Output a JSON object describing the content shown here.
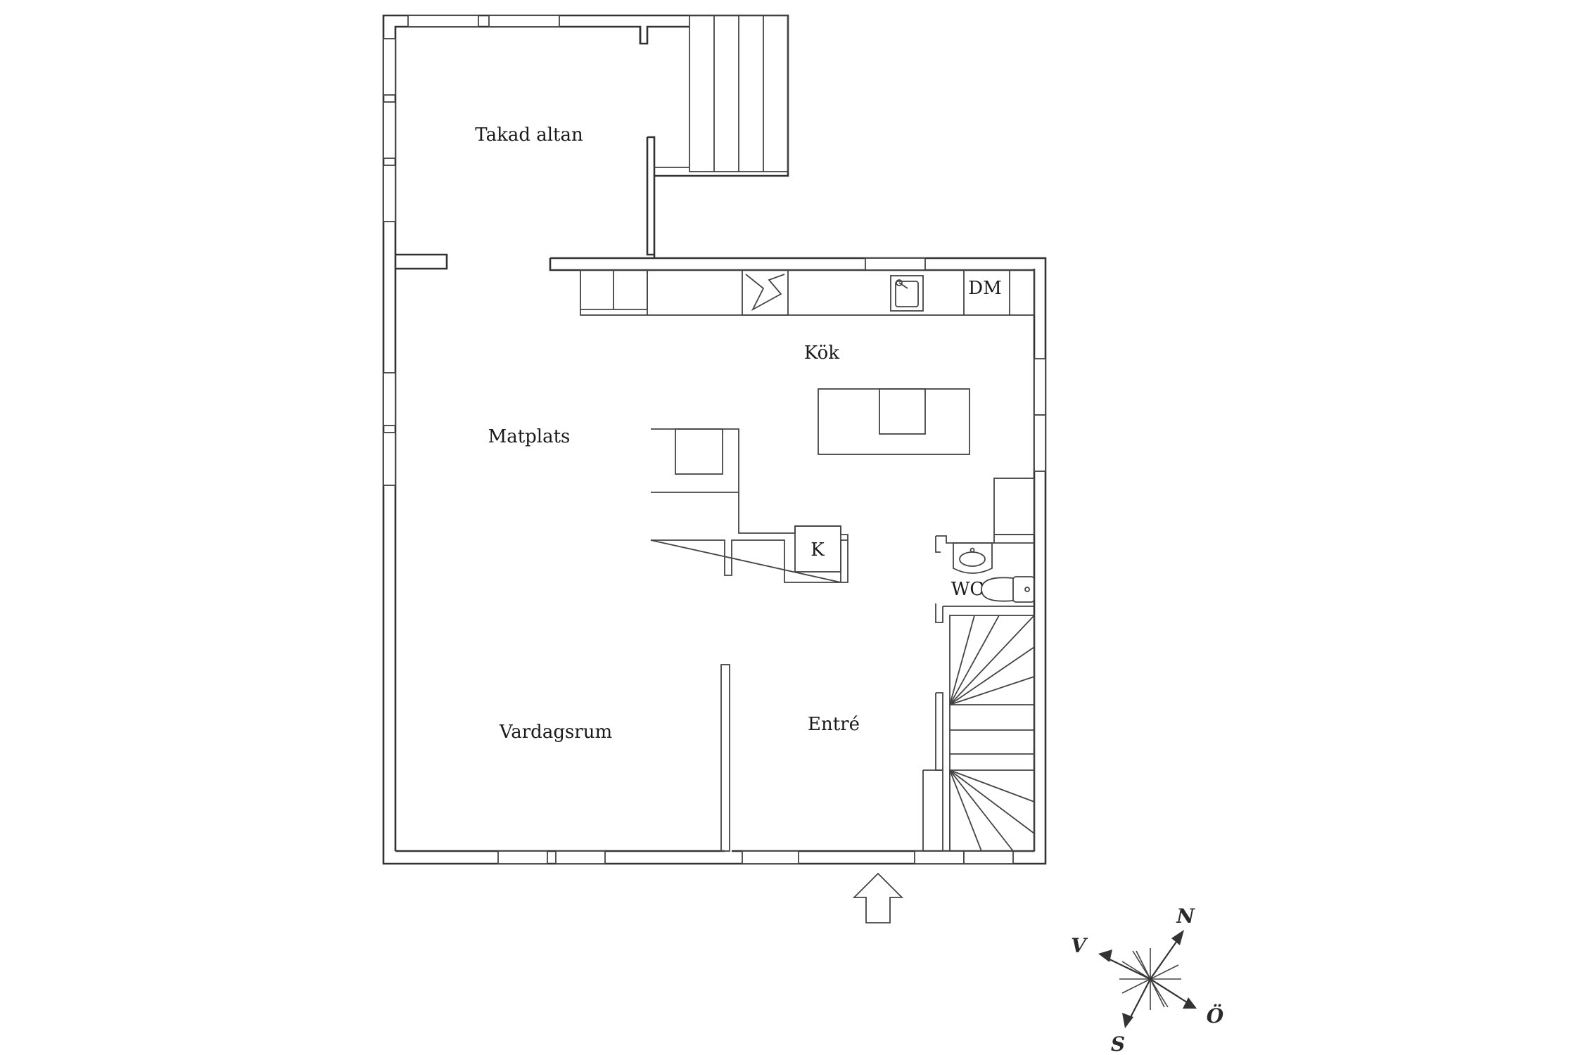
{
  "rooms": {
    "takad_altan": "Takad altan",
    "matplats": "Matplats",
    "kok": "Kök",
    "vardagsrum": "Vardagsrum",
    "entre": "Entré",
    "wc": "WC"
  },
  "fixtures": {
    "dishwasher": "DM",
    "fireplace": "K"
  },
  "compass": {
    "north": "N",
    "east": "Ö",
    "south": "S",
    "west": "V"
  }
}
